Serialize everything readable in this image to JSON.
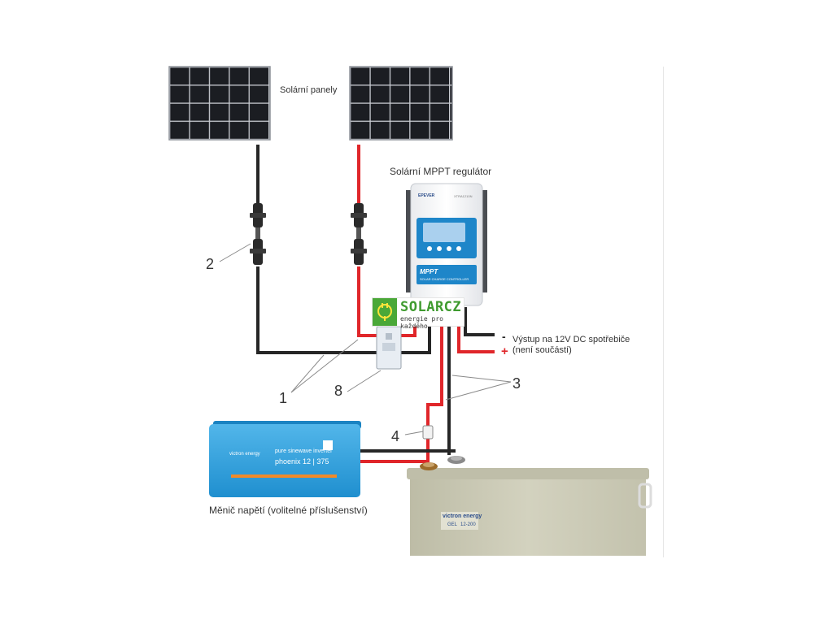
{
  "labels": {
    "solar_panels": "Solární panely",
    "mppt_regulator": "Solární MPPT regulátor",
    "dc_output_line1": "Výstup na 12V DC spotřebiče",
    "dc_output_line2": "(není součástí)",
    "inverter": "Měnič napětí (volitelné příslušenství)",
    "minus_sign": "-",
    "plus_sign": "+"
  },
  "callouts": [
    "2",
    "1",
    "8",
    "3",
    "4"
  ],
  "logo": {
    "name": "SOLARCZ",
    "tagline": "energie pro každého"
  },
  "product_text": {
    "controller_brand": "EPEVER",
    "controller_model": "XTRA1210N",
    "controller_badge": "MPPT",
    "controller_badge_sub": "SOLAR CHARGE CONTROLLER",
    "inverter_brand": "victron energy",
    "inverter_line1": "pure sinewave inverter",
    "inverter_line2": "phoenix 12 | 375",
    "battery_brand": "victron energy",
    "battery_type": "GEL",
    "battery_spec": "12-200"
  },
  "colors": {
    "positive_wire": "#e0262a",
    "negative_wire": "#262626",
    "inverter_blue": "#2f9fdb",
    "battery_body": "#cbcab6",
    "logo_green": "#4aa838"
  }
}
